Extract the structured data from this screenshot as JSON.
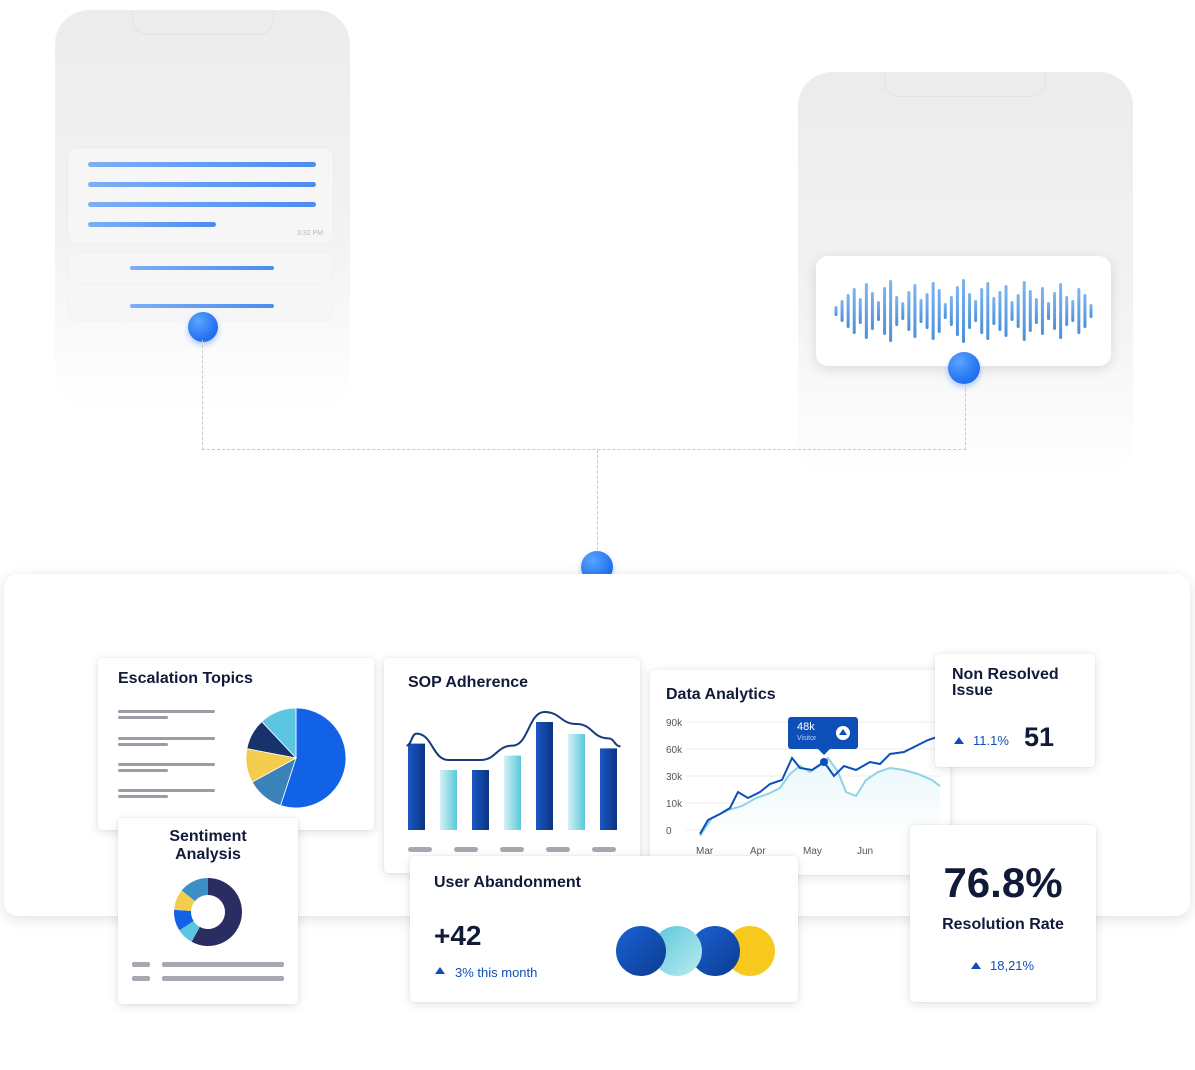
{
  "colors": {
    "accent": "#1f6ff0",
    "navy": "#0b3f9a",
    "royal": "#1a56c7",
    "cyan": "#5fc9dd",
    "sky": "#8fd7e6",
    "yellow": "#f7cd46",
    "dark_navy": "#232a5e",
    "text": "#121a3a"
  },
  "chat_phone": {
    "message_time": "3:32 PM"
  },
  "escalation_topics": {
    "title": "Escalation Topics",
    "pie_slices": [
      {
        "label": "slice-1",
        "value": 55,
        "color": "#1262e8"
      },
      {
        "label": "slice-2",
        "value": 12,
        "color": "#3b82b8"
      },
      {
        "label": "slice-3",
        "value": 11,
        "color": "#f5cd4e"
      },
      {
        "label": "slice-4",
        "value": 10,
        "color": "#17336b"
      },
      {
        "label": "slice-5",
        "value": 12,
        "color": "#5cc6e2"
      }
    ]
  },
  "sentiment_analysis": {
    "title_line1": "Sentiment",
    "title_line2": "Analysis"
  },
  "sop_adherence": {
    "title": "SOP Adherence",
    "bars": [
      0.72,
      0.5,
      0.5,
      0.62,
      0.9,
      0.8,
      0.68
    ],
    "bar_styles": [
      "navy",
      "cyan",
      "navy",
      "cyan",
      "navy",
      "cyan",
      "navy"
    ]
  },
  "data_analytics": {
    "title": "Data Analytics",
    "chart_data": {
      "type": "line",
      "x_labels": [
        "Mar",
        "Apr",
        "May",
        "Jun"
      ],
      "y_ticks": [
        "90k",
        "60k",
        "30k",
        "10k",
        "0"
      ],
      "tooltip_value": "48k",
      "tooltip_label": "Visitor"
    }
  },
  "non_resolved": {
    "title": "Non Resolved Issue",
    "delta": "11.1%",
    "value": "51"
  },
  "user_abandonment": {
    "title": "User Abandonment",
    "value": "+42",
    "delta": "3% this month"
  },
  "resolution": {
    "value": "76.8%",
    "label": "Resolution Rate",
    "delta": "18,21%"
  }
}
